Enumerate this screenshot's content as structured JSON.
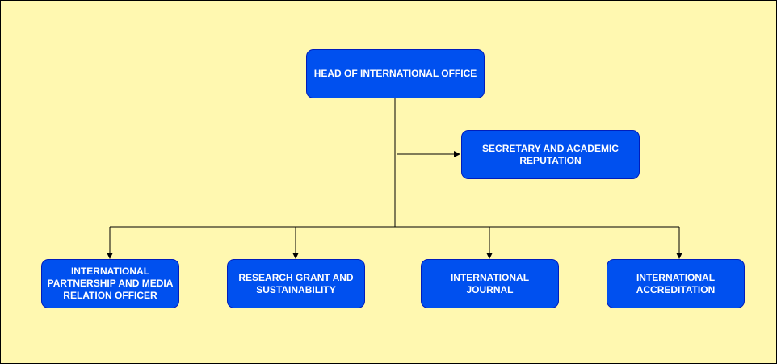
{
  "colors": {
    "background": "#fff8b0",
    "node_fill": "#0050ef",
    "node_border": "#001dbc",
    "node_text": "#ffffff",
    "connector": "#000000"
  },
  "chart": {
    "head": "HEAD OF INTERNATIONAL OFFICE",
    "secretary": "SECRETARY AND ACADEMIC REPUTATION",
    "departments": [
      "INTERNATIONAL PARTNERSHIP AND MEDIA RELATION OFFICER",
      "RESEARCH GRANT AND SUSTAINABILITY",
      "INTERNATIONAL JOURNAL",
      "INTERNATIONAL ACCREDITATION"
    ]
  }
}
